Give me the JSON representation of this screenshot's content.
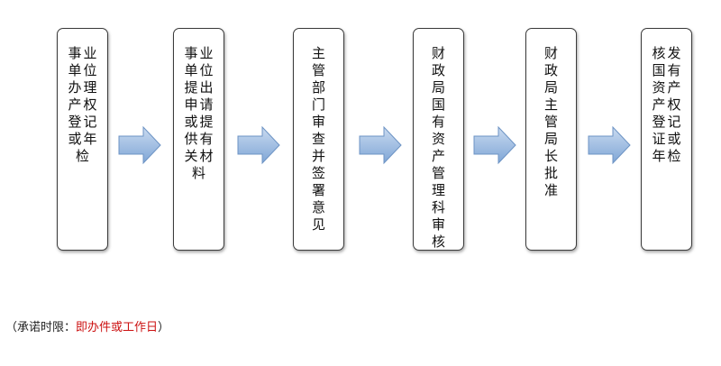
{
  "steps": [
    {
      "text": "事业单位办理产权登记或年检",
      "columns": 2
    },
    {
      "text": "事业单位提出申请或提供有关材料",
      "columns": 2
    },
    {
      "text": "主管部门审查并签署意见",
      "columns": 1
    },
    {
      "text": "财政局国有资产管理科审核",
      "columns": 1
    },
    {
      "text": "财政局主管局长批准",
      "columns": 1
    },
    {
      "text": "核发国有资产产权登记证或年检",
      "columns": 2
    }
  ],
  "note": {
    "prefix": "（承诺时限：",
    "highlight": "即办件或工作日",
    "suffix": "）"
  },
  "colors": {
    "arrow_fill_top": "#c9daf0",
    "arrow_fill_bottom": "#7fa6d6",
    "arrow_stroke": "#6c93c4",
    "note_highlight": "#cc1111"
  }
}
